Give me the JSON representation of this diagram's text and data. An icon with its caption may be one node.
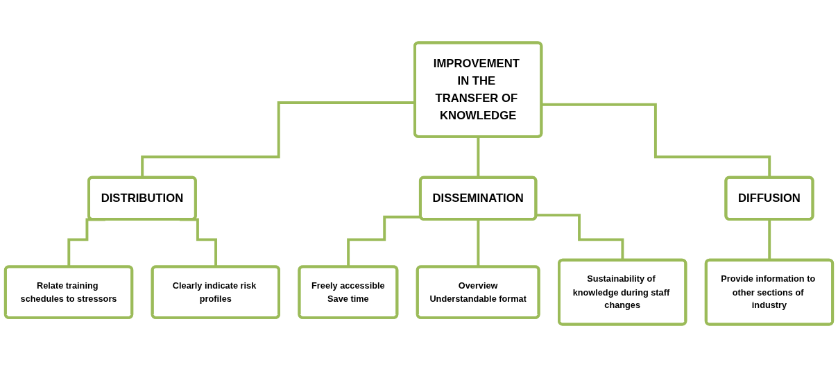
{
  "diagram": {
    "nodes": [
      {
        "text": [
          "IMPROVEMENT IN THE TRANSFER OF KNOWLEDGE"
        ]
      },
      {
        "text": [
          "DISTRIBUTION"
        ]
      },
      {
        "text": [
          "DISSEMINATION"
        ]
      },
      {
        "text": [
          "DIFFUSION"
        ]
      },
      {
        "text": [
          "Relate training schedules to stressors"
        ]
      },
      {
        "text": [
          "Clearly indicate risk profiles"
        ]
      },
      {
        "text": [
          "Freely accessible",
          "Save time"
        ]
      },
      {
        "text": [
          "Overview",
          "Understandable format"
        ]
      },
      {
        "text": [
          "Sustainability of knowledge during staff changes"
        ]
      },
      {
        "text": [
          "Provide information to other sections of industry"
        ]
      }
    ],
    "edges": [
      {
        "from": 0,
        "to": 1,
        "arrow": "none"
      },
      {
        "from": 0,
        "to": 2,
        "arrow": "none"
      },
      {
        "from": 0,
        "to": 3,
        "arrow": "none"
      },
      {
        "from": 1,
        "to": 4,
        "arrow": "none"
      },
      {
        "from": 1,
        "to": 5,
        "arrow": "none"
      },
      {
        "from": 2,
        "to": 6,
        "arrow": "none"
      },
      {
        "from": 2,
        "to": 7,
        "arrow": "none"
      },
      {
        "from": 2,
        "to": 8,
        "arrow": "none"
      },
      {
        "from": 3,
        "to": 9,
        "arrow": "none"
      }
    ]
  }
}
